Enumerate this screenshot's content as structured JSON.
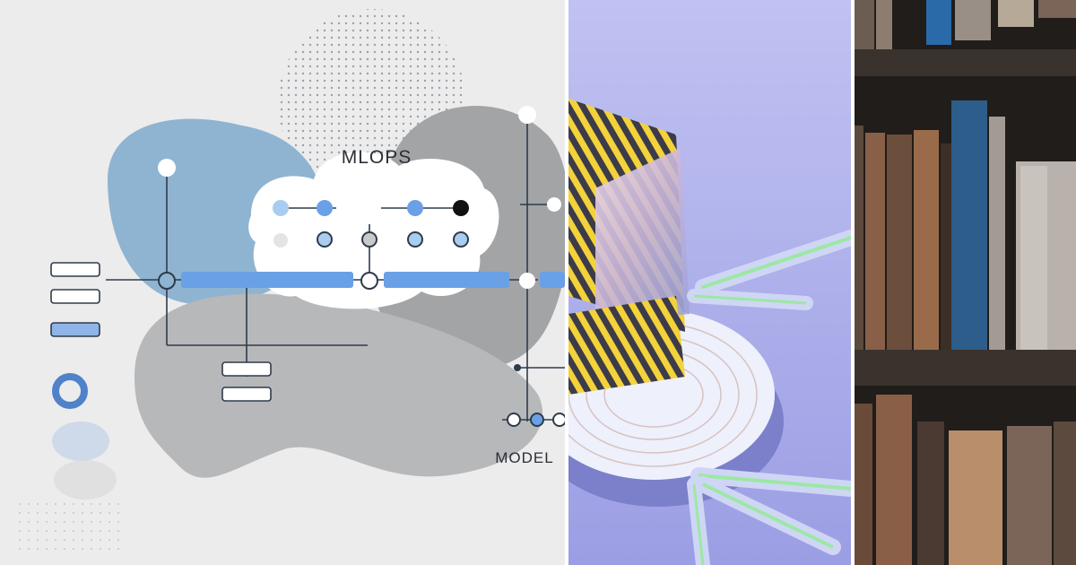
{
  "collage": {
    "panels": [
      {
        "id": "mlops-illustration"
      },
      {
        "id": "glass-cube-render"
      },
      {
        "id": "bookshelf-photo"
      }
    ]
  },
  "mlops_panel": {
    "heading": "MLOPS",
    "bottom_label": "MODEL",
    "colors": {
      "background": "#ebebeb",
      "blue_blob": "#8fb4d2",
      "grey_blob": "#a7a9ab",
      "accent_blue": "#6aa0e6",
      "line": "#2f3b4a"
    }
  },
  "cube_panel": {
    "colors": {
      "background": "#aeb0ec",
      "stripe_yellow": "#f3d23a",
      "stripe_dark": "#3c3b4a",
      "glow_green": "#9be8a4"
    }
  },
  "shelf_panel": {
    "colors": {
      "background": "#201d1a",
      "shelf": "#3a332d",
      "book_blue": "#2d5d8a"
    }
  }
}
